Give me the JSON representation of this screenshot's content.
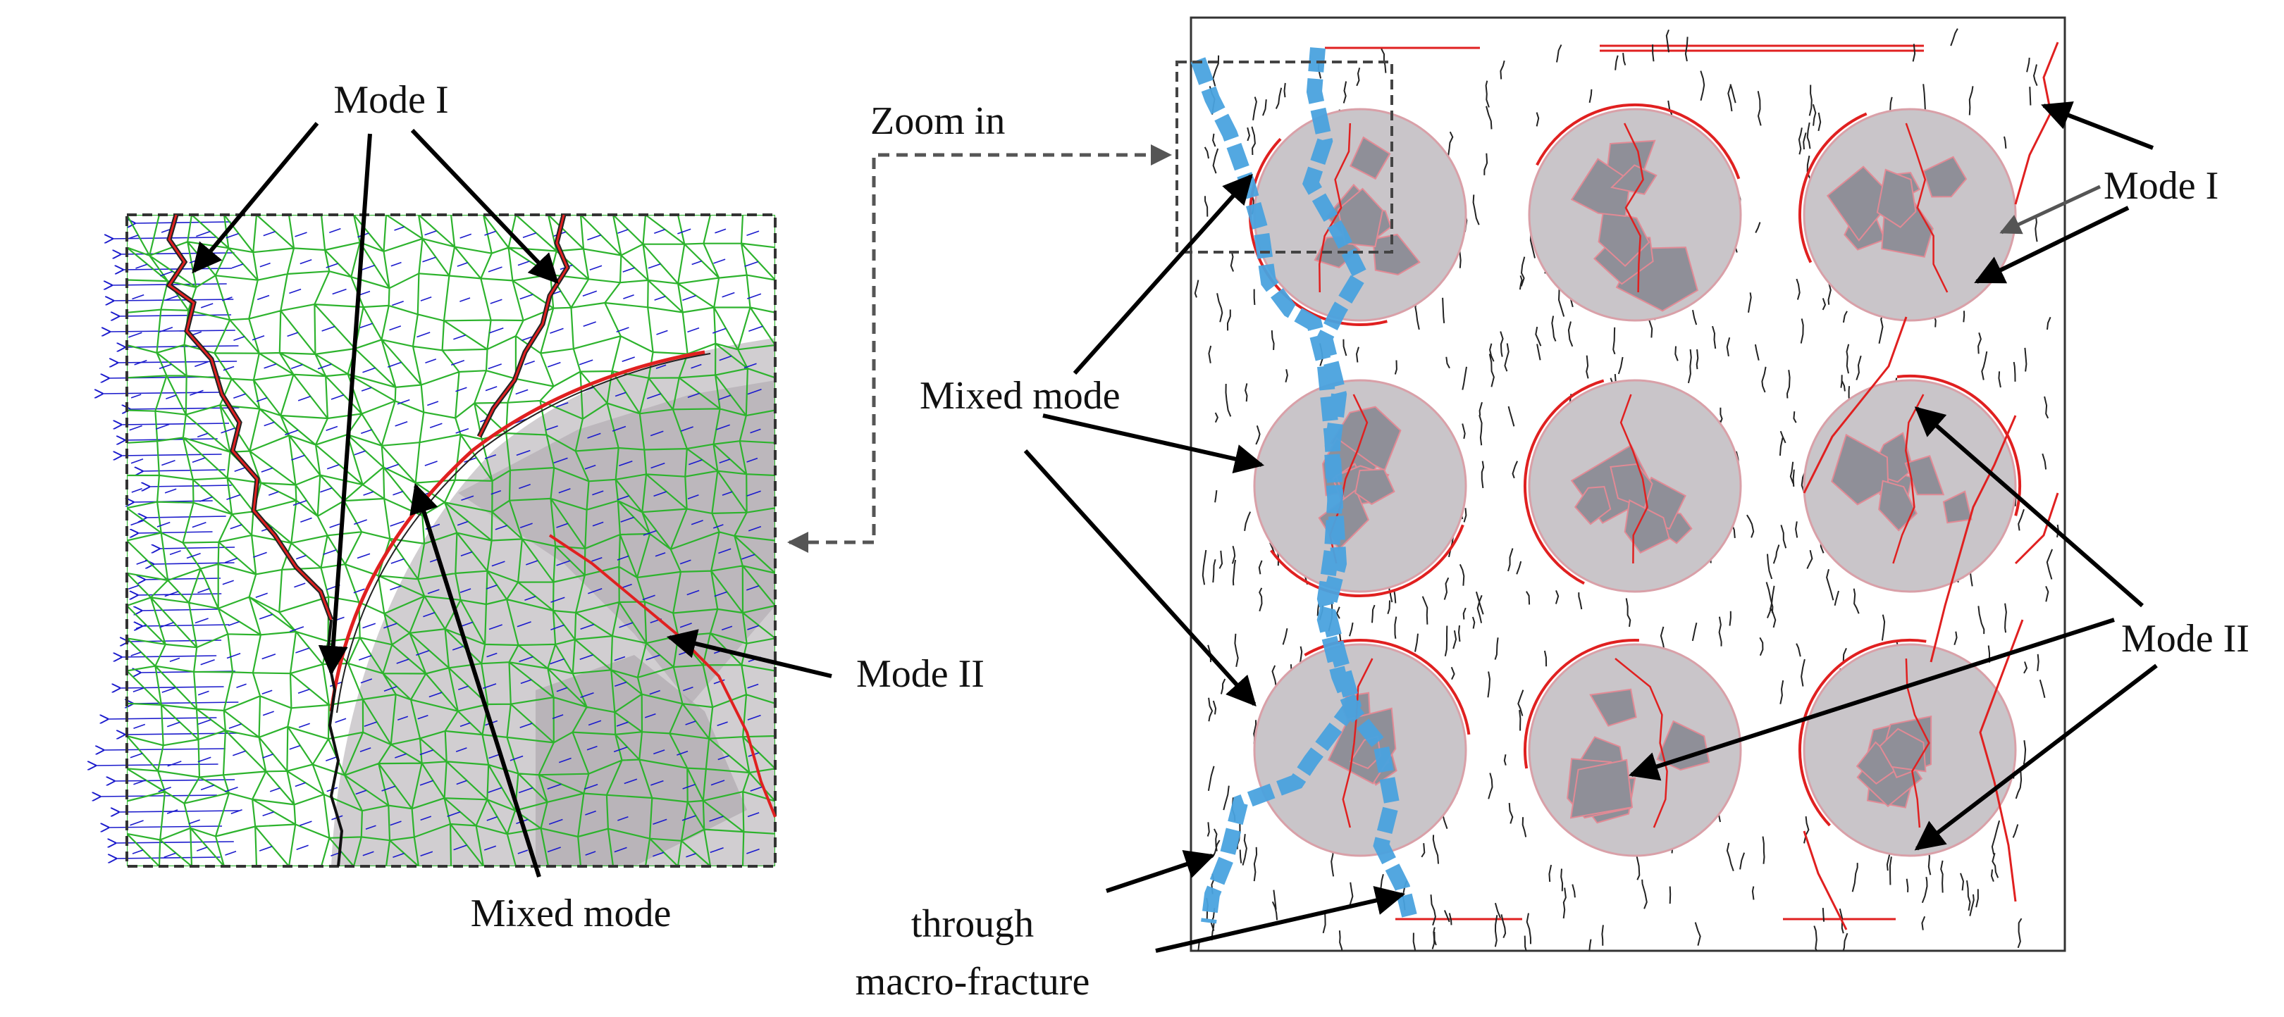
{
  "figure": {
    "left_panel": {
      "labels": {
        "mode_i": "Mode I",
        "mode_ii": "Mode II",
        "mixed_mode": "Mixed mode"
      }
    },
    "connector": {
      "label": "Zoom in"
    },
    "right_panel": {
      "labels": {
        "mode_i": "Mode I",
        "mode_ii": "Mode II",
        "mixed_mode": "Mixed mode",
        "macro_fracture_line1": "through",
        "macro_fracture_line2": "macro-fracture"
      },
      "grid": {
        "rows": 3,
        "columns": 3
      }
    },
    "colors": {
      "mesh": "#2db32d",
      "vectors": "#1a1acc",
      "crack": "#e02020",
      "macro_fracture": "#4aa3df",
      "particle_fill": "#c9c5c9",
      "inclusion_fill": "#8f8f98",
      "frame": "#333333"
    }
  }
}
